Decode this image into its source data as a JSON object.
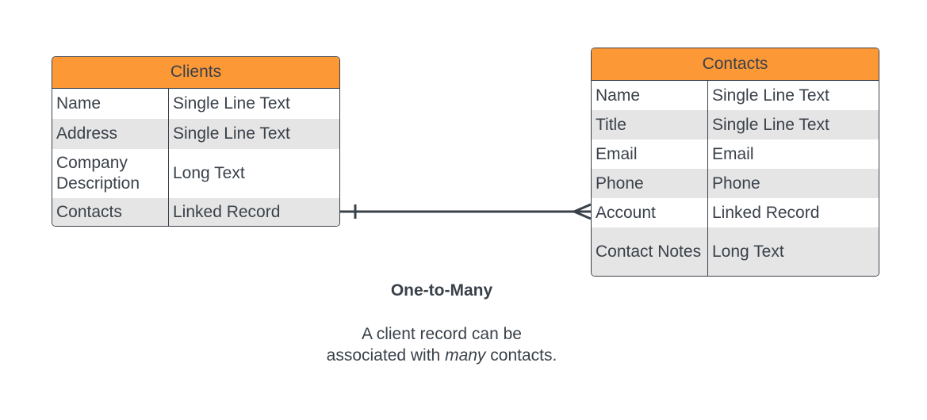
{
  "clients": {
    "title": "Clients",
    "rows": [
      {
        "field": "Name",
        "type": "Single Line Text"
      },
      {
        "field": "Address",
        "type": "Single Line Text"
      },
      {
        "field": "Company Description",
        "type": "Long Text"
      },
      {
        "field": "Contacts",
        "type": "Linked Record"
      }
    ]
  },
  "contacts": {
    "title": "Contacts",
    "rows": [
      {
        "field": "Name",
        "type": "Single Line Text"
      },
      {
        "field": "Title",
        "type": "Single Line Text"
      },
      {
        "field": "Email",
        "type": "Email"
      },
      {
        "field": "Phone",
        "type": "Phone"
      },
      {
        "field": "Account",
        "type": "Linked Record"
      },
      {
        "field": "Contact Notes",
        "type": "Long Text"
      }
    ]
  },
  "relationship": {
    "title": "One-to-Many",
    "description_before": "A client record can be associated with ",
    "description_emphasis": "many",
    "description_after": " contacts."
  },
  "colors": {
    "header": "#fd9837",
    "stroke": "#3a414a",
    "alt_row": "#e5e5e5"
  }
}
